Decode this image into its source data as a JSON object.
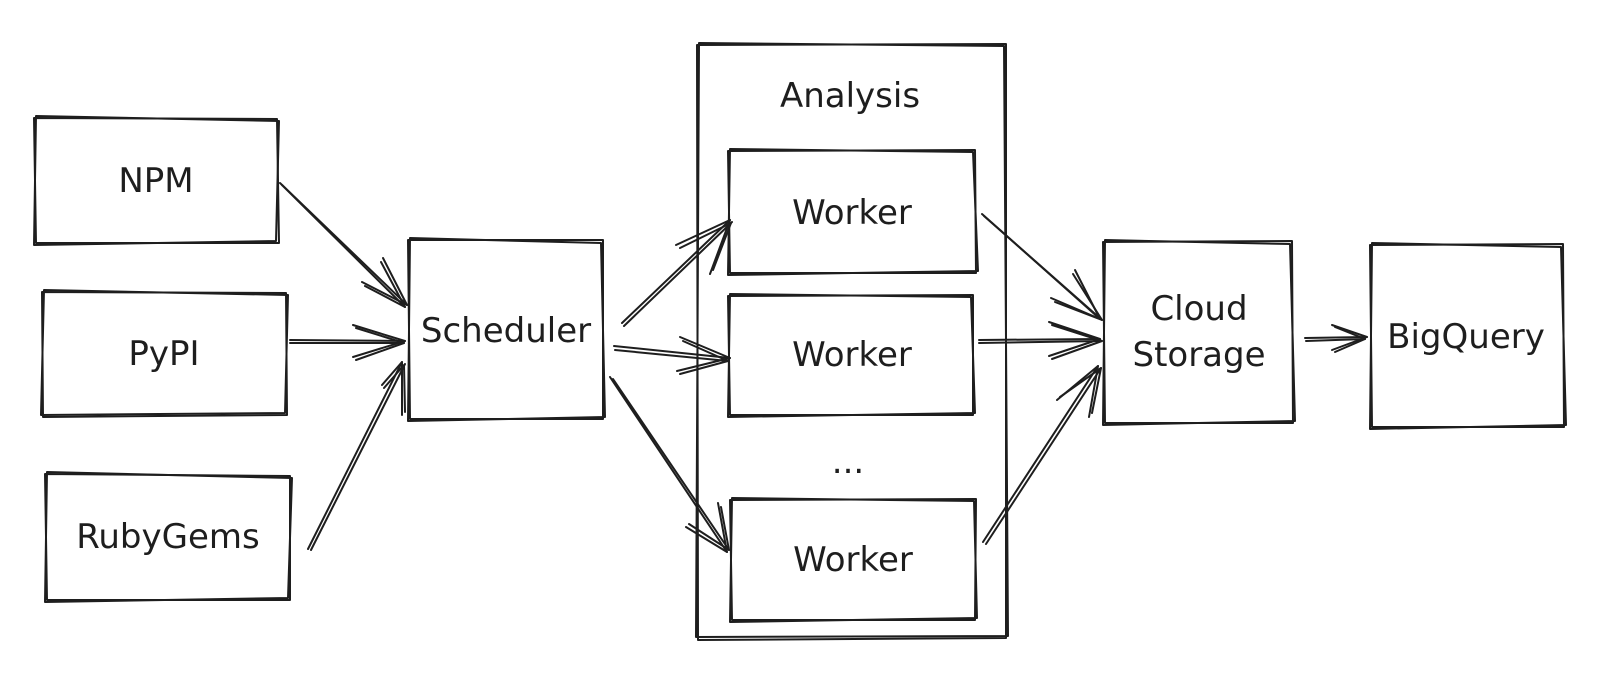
{
  "nodes": {
    "npm": "NPM",
    "pypi": "PyPI",
    "rubygems": "RubyGems",
    "scheduler": "Scheduler",
    "analysis": "Analysis",
    "worker1": "Worker",
    "worker2": "Worker",
    "ellipsis": "...",
    "worker3": "Worker",
    "cloud_storage_line1": "Cloud",
    "cloud_storage_line2": "Storage",
    "bigquery": "BigQuery"
  },
  "colors": {
    "stroke": "#1e1e1e",
    "background": "#ffffff"
  }
}
